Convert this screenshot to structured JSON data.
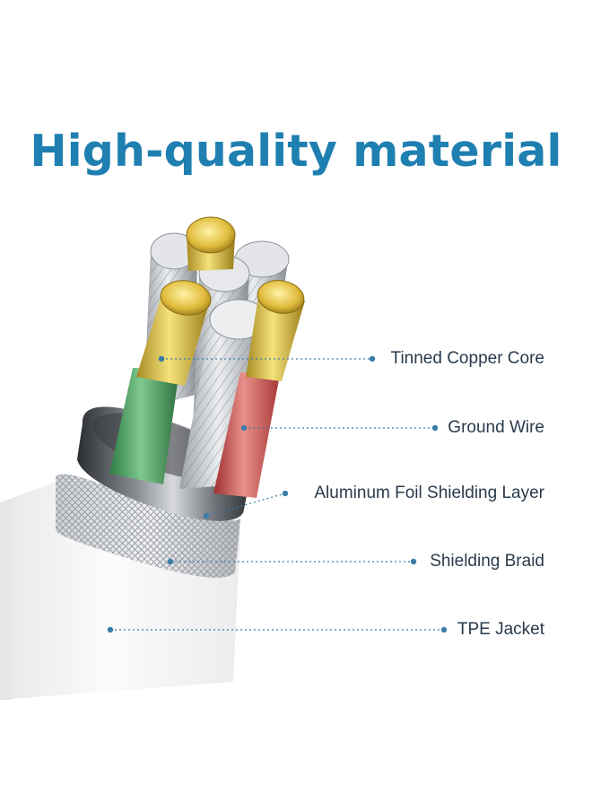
{
  "title": "High-quality material",
  "colors": {
    "title": "#1e7fb0",
    "leader_line": "#3a7ea8",
    "gold_conductor": "#d9b43a",
    "green_wire": "#4a9a5c",
    "red_wire": "#c44a48",
    "jacket": "#f4f4f4"
  },
  "labels": {
    "tinned_copper_core": "Tinned Copper Core",
    "ground_wire": "Ground Wire",
    "aluminum_foil": "Aluminum Foil Shielding Layer",
    "shielding_braid": "Shielding Braid",
    "tpe_jacket": "TPE Jacket"
  }
}
